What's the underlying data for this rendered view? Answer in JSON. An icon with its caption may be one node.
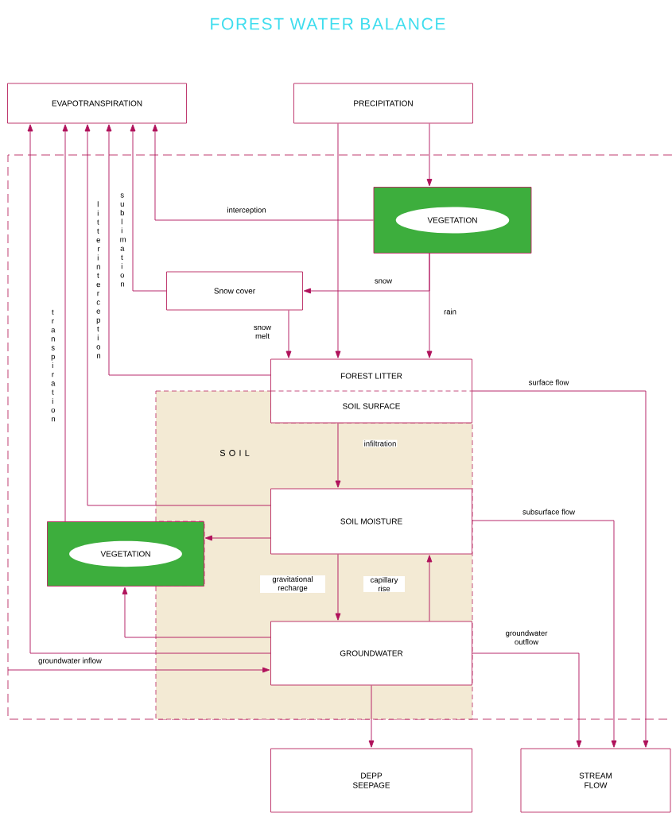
{
  "diagram": {
    "title": "FOREST WATER BALANCE",
    "nodes": [
      {
        "text": [
          "EVAPOTRANSPIRATION"
        ]
      },
      {
        "text": [
          "PRECIPITATION"
        ]
      },
      {
        "text": [
          "VEGETATION"
        ]
      },
      {
        "text": [
          "Snow cover"
        ]
      },
      {
        "text": [
          "FOREST LITTER",
          "SOIL SURFACE"
        ]
      },
      {
        "text": [
          "S O I L"
        ]
      },
      {
        "text": [
          "SOIL MOISTURE"
        ],
        "in": 5
      },
      {
        "text": [
          "VEGETATION"
        ]
      },
      {
        "text": [
          "GROUNDWATER"
        ],
        "in": 5
      },
      {
        "text": [
          "DEPP SEEPAGE"
        ]
      },
      {
        "text": [
          "STREAM FLOW"
        ]
      }
    ],
    "edges": [
      {
        "from": 1,
        "to": 4,
        "arrow": "to"
      },
      {
        "from": 1,
        "to": 2,
        "arrow": "to"
      },
      {
        "from": 2,
        "to": 0,
        "arrow": "to",
        "label": "interception"
      },
      {
        "from": 2,
        "to": 3,
        "arrow": "to",
        "label": "snow"
      },
      {
        "from": 2,
        "to": 4,
        "arrow": "to",
        "label": "rain"
      },
      {
        "from": 3,
        "to": 0,
        "arrow": "to",
        "label": "sublimation"
      },
      {
        "from": 3,
        "to": 4,
        "arrow": "to",
        "label": "snow melt"
      },
      {
        "from": 4,
        "to": 0,
        "arrow": "to",
        "label": "litter interception"
      },
      {
        "from": 4,
        "to": 10,
        "arrow": "to",
        "label": "surface flow"
      },
      {
        "from": 4,
        "to": 6,
        "arrow": "to",
        "label": "infiltration"
      },
      {
        "from": 6,
        "to": 0,
        "arrow": "to"
      },
      {
        "from": 6,
        "to": 7,
        "arrow": "to"
      },
      {
        "from": 6,
        "to": 8,
        "arrow": "to",
        "label": "gravitational recharge"
      },
      {
        "from": 8,
        "to": 6,
        "arrow": "to",
        "label": "capillary rise"
      },
      {
        "from": 6,
        "to": 10,
        "arrow": "to",
        "label": "subsurface flow"
      },
      {
        "from": 7,
        "to": 0,
        "arrow": "to",
        "label": "transpiration"
      },
      {
        "from": 8,
        "to": 7,
        "arrow": "to"
      },
      {
        "from": 8,
        "to": 0,
        "arrow": "to"
      },
      {
        "from": null,
        "to": 8,
        "arrow": "to",
        "label": "groundwater inflow"
      },
      {
        "from": 8,
        "to": 9,
        "arrow": "to"
      },
      {
        "from": 8,
        "to": 10,
        "arrow": "to",
        "label": "groundwater outflow"
      }
    ]
  }
}
